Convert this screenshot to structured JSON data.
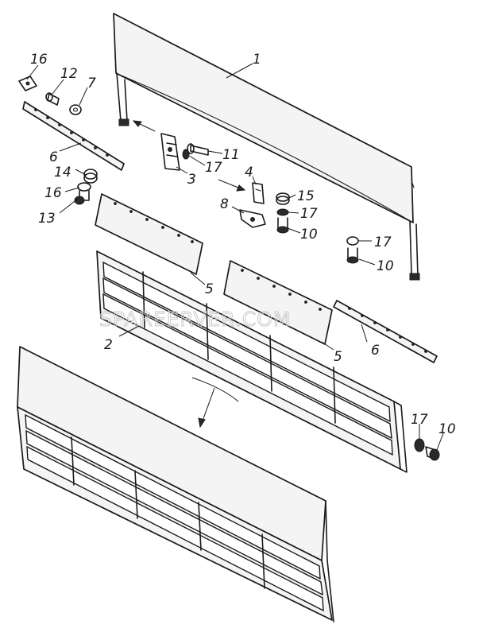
{
  "watermark": "SPAREERVER.COM",
  "callouts": [
    {
      "id": "c1",
      "text": "1"
    },
    {
      "id": "c2",
      "text": "2"
    },
    {
      "id": "c3",
      "text": "3"
    },
    {
      "id": "c4",
      "text": "4"
    },
    {
      "id": "c5a",
      "text": "5"
    },
    {
      "id": "c5b",
      "text": "5"
    },
    {
      "id": "c6a",
      "text": "6"
    },
    {
      "id": "c6b",
      "text": "6"
    },
    {
      "id": "c7",
      "text": "7"
    },
    {
      "id": "c8",
      "text": "8"
    },
    {
      "id": "c10a",
      "text": "10"
    },
    {
      "id": "c10b",
      "text": "10"
    },
    {
      "id": "c10c",
      "text": "10"
    },
    {
      "id": "c11",
      "text": "11"
    },
    {
      "id": "c12",
      "text": "12"
    },
    {
      "id": "c13",
      "text": "13"
    },
    {
      "id": "c14",
      "text": "14"
    },
    {
      "id": "c15",
      "text": "15"
    },
    {
      "id": "c16a",
      "text": "16"
    },
    {
      "id": "c16b",
      "text": "16"
    },
    {
      "id": "c17a",
      "text": "17"
    },
    {
      "id": "c17b",
      "text": "17"
    },
    {
      "id": "c17c",
      "text": "17"
    },
    {
      "id": "c17d",
      "text": "17"
    }
  ]
}
